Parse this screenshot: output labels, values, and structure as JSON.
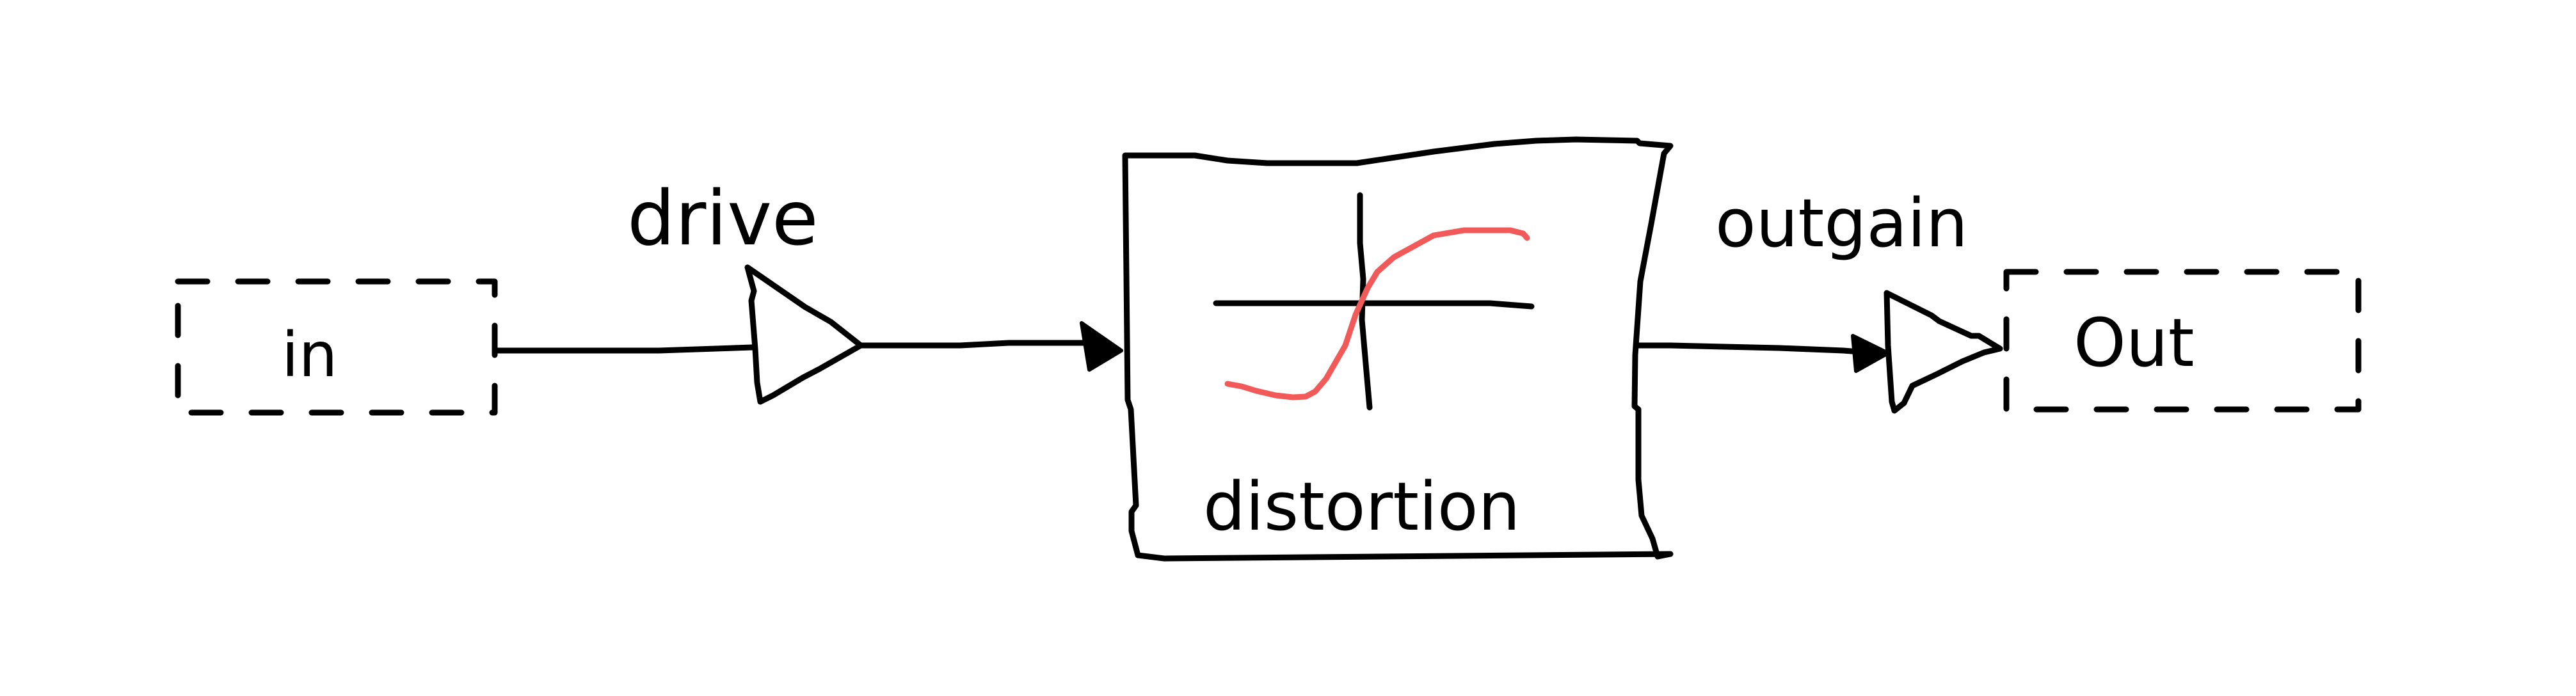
{
  "blocks": {
    "input": {
      "label": "in"
    },
    "drive_gain": {
      "label": "drive"
    },
    "distortion": {
      "label": "distortion"
    },
    "output_gain": {
      "label": "outgain"
    },
    "output": {
      "label": "Out"
    }
  },
  "colors": {
    "ink": "#000000",
    "transfer_curve": "#f25a5a",
    "background": "#ffffff"
  }
}
